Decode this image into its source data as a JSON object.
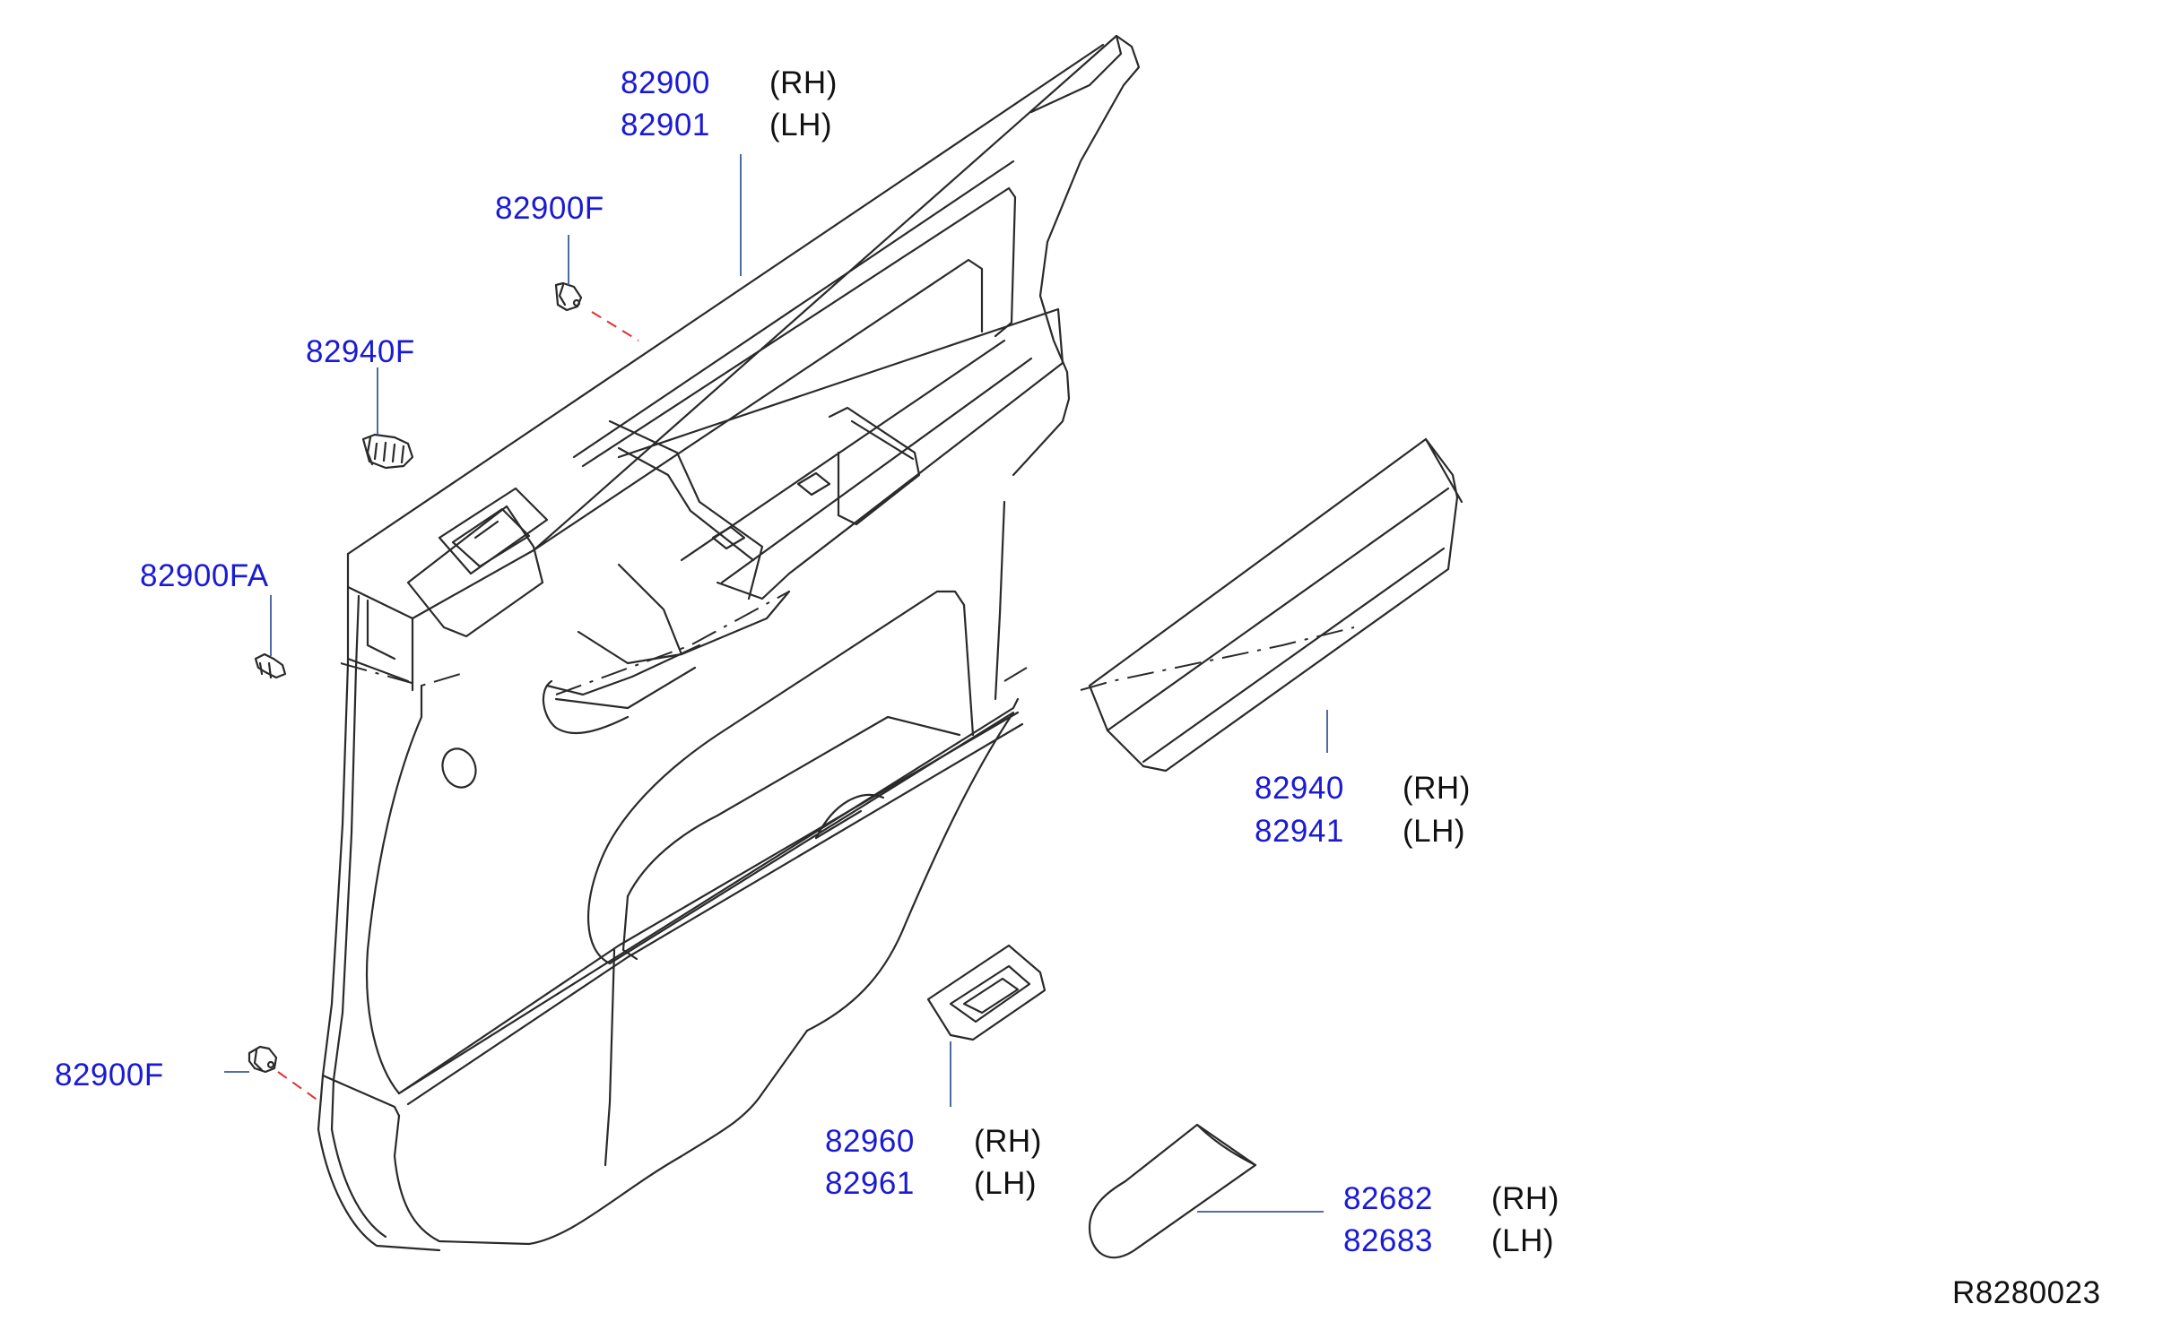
{
  "colors": {
    "part_number": "#1a1ad6",
    "drawing": "#2a2a2a",
    "leader": "#3a5a9a",
    "clip_line": "#e03030"
  },
  "callouts": {
    "trim_board": {
      "rh_number": "82900",
      "rh_side": "(RH)",
      "lh_number": "82901",
      "lh_side": "(LH)"
    },
    "clip_top": {
      "number": "82900F"
    },
    "grommet": {
      "number": "82940F"
    },
    "clip_side": {
      "number": "82900FA"
    },
    "clip_bottom": {
      "number": "82900F"
    },
    "armrest_pad": {
      "rh_number": "82940",
      "rh_side": "(RH)",
      "lh_number": "82941",
      "lh_side": "(LH)"
    },
    "switch_finisher": {
      "rh_number": "82960",
      "rh_side": "(RH)",
      "lh_number": "82961",
      "lh_side": "(LH)"
    },
    "pull_handle_cover": {
      "rh_number": "82682",
      "rh_side": "(RH)",
      "lh_number": "82683",
      "lh_side": "(LH)"
    }
  },
  "reference_code": "R8280023"
}
